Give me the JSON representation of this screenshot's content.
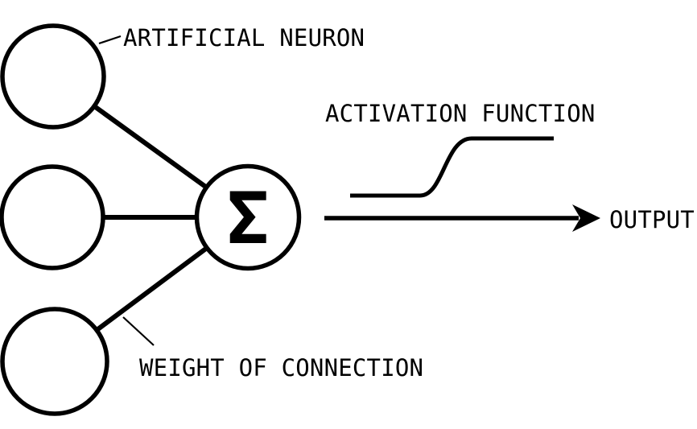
{
  "colors": {
    "ink": "#000000",
    "background": "#ffffff"
  },
  "diagram": {
    "type": "artificial-neuron-schematic",
    "sum_symbol": "Σ",
    "labels": {
      "artificial_neuron": "ARTIFICIAL NEURON",
      "activation_function": "ACTIVATION FUNCTION",
      "weight_of_connection": "WEIGHT OF CONNECTION",
      "output": "OUTPUT"
    },
    "nodes": {
      "inputs": [
        "input-neuron-1",
        "input-neuron-2",
        "input-neuron-3"
      ],
      "summation": "sum-node"
    }
  }
}
